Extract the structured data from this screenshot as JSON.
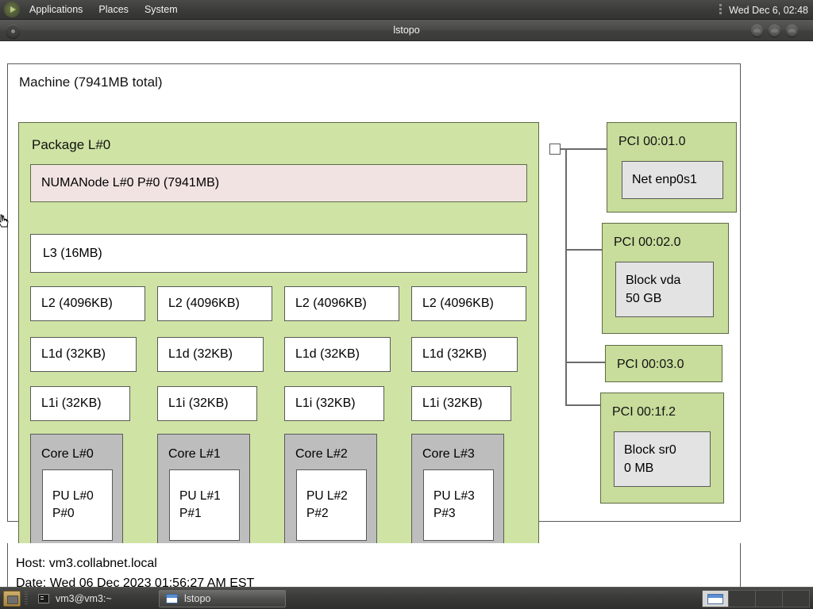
{
  "panel": {
    "logo_icon": "gnome-foot-icon",
    "menus": [
      "Applications",
      "Places",
      "System"
    ],
    "clock": "Wed Dec  6, 02:48"
  },
  "window": {
    "title": "lstopo",
    "controls": {
      "minimize": "minimize",
      "maximize": "maximize",
      "close": "close"
    }
  },
  "topology": {
    "machine_label": "Machine (7941MB total)",
    "package_label": "Package L#0",
    "numanode_label": "NUMANode L#0 P#0 (7941MB)",
    "l3_label": "L3 (16MB)",
    "l2": [
      "L2 (4096KB)",
      "L2 (4096KB)",
      "L2 (4096KB)",
      "L2 (4096KB)"
    ],
    "l1d": [
      "L1d (32KB)",
      "L1d (32KB)",
      "L1d (32KB)",
      "L1d (32KB)"
    ],
    "l1i": [
      "L1i (32KB)",
      "L1i (32KB)",
      "L1i (32KB)",
      "L1i (32KB)"
    ],
    "cores": [
      {
        "label": "Core L#0",
        "pu_line1": "PU L#0",
        "pu_line2": "P#0"
      },
      {
        "label": "Core L#1",
        "pu_line1": "PU L#1",
        "pu_line2": "P#1"
      },
      {
        "label": "Core L#2",
        "pu_line1": "PU L#2",
        "pu_line2": "P#2"
      },
      {
        "label": "Core L#3",
        "pu_line1": "PU L#3",
        "pu_line2": "P#3"
      }
    ],
    "pci": [
      {
        "label": "PCI 00:01.0",
        "child_line1": "Net enp0s1",
        "child_line2": ""
      },
      {
        "label": "PCI 00:02.0",
        "child_line1": "Block vda",
        "child_line2": "50 GB"
      },
      {
        "label": "PCI 00:03.0",
        "child_line1": "",
        "child_line2": ""
      },
      {
        "label": "PCI 00:1f.2",
        "child_line1": "Block sr0",
        "child_line2": "0 MB"
      }
    ],
    "footer": {
      "host": "Host: vm3.collabnet.local",
      "date": "Date: Wed 06 Dec 2023 01:56:27 AM EST"
    }
  },
  "colors": {
    "package_fill": "#cfe4a4",
    "numanode_fill": "#f2e3e3",
    "pci_fill": "#c8dc9b",
    "core_fill": "#bdbdbd",
    "child_fill": "#e3e3e3",
    "stroke": "#595959"
  },
  "taskbar": {
    "show_desktop_icon": "show-desktop-icon",
    "tasks": [
      {
        "label": "vm3@vm3:~",
        "icon": "terminal-icon",
        "active": false
      },
      {
        "label": "lstopo",
        "icon": "window-icon",
        "active": true
      }
    ],
    "workspace_count": 4,
    "active_workspace": 1
  }
}
